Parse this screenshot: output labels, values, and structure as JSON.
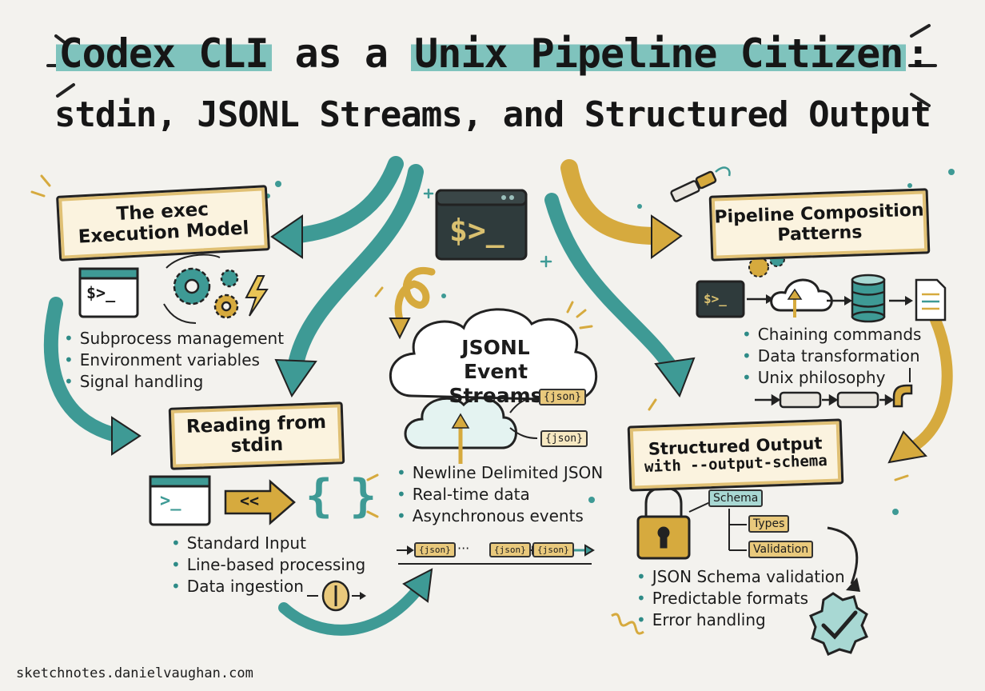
{
  "title": {
    "line1_a": "Codex CLI",
    "line1_b": " as a ",
    "line1_c": "Unix Pipeline Citizen",
    "line1_d": ":",
    "line2": "stdin, JSONL Streams, and Structured Output"
  },
  "exec": {
    "title_line1": "The exec",
    "title_line2": "Execution Model",
    "prompt": "$>_",
    "bullets": [
      "Subprocess management",
      "Environment variables",
      "Signal handling"
    ]
  },
  "center_terminal": {
    "prompt": "$>_"
  },
  "pipeline": {
    "title_line1": "Pipeline Composition",
    "title_line2": "Patterns",
    "prompt": "$>_",
    "bullets": [
      "Chaining commands",
      "Data transformation",
      "Unix philosophy"
    ]
  },
  "jsonl": {
    "title_line1": "JSONL",
    "title_line2": "Event Streams",
    "tag": "{json}",
    "bullets": [
      "Newline Delimited JSON",
      "Real-time data",
      "Asynchronous events"
    ],
    "stream_tags": [
      "{json}",
      "{json}",
      "{json}"
    ],
    "stream_dots": "···"
  },
  "stdin": {
    "title_line1": "Reading from",
    "title_line2": "stdin",
    "prompt": ">_",
    "arrow_label": "<<",
    "braces": "{ }",
    "bullets": [
      "Standard Input",
      "Line-based processing",
      "Data ingestion"
    ]
  },
  "structured": {
    "title_line1": "Structured Output",
    "title_line2": "with --output-schema",
    "schema_root": "Schema",
    "schema_children": [
      "Types",
      "Validation"
    ],
    "bullets": [
      "JSON Schema validation",
      "Predictable formats",
      "Error handling"
    ]
  },
  "footer": "sketchnotes.danielvaughan.com",
  "colors": {
    "teal": "#3e9a95",
    "gold": "#d6aa3e",
    "ink": "#222222",
    "paper": "#f3f2ee"
  }
}
